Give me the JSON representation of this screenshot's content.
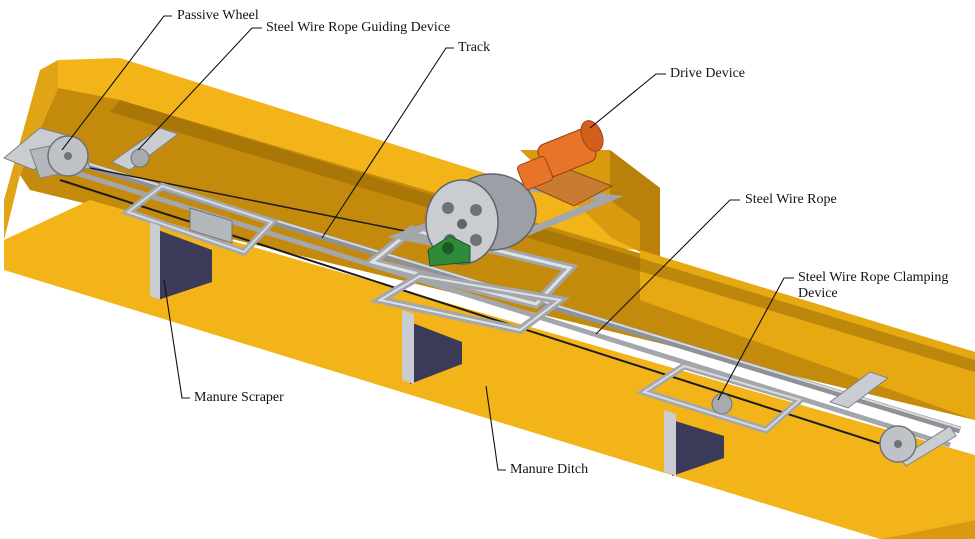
{
  "labels": {
    "passive_wheel": "Passive Wheel",
    "guiding_device": "Steel Wire Rope Guiding Device",
    "track": "Track",
    "drive_device": "Drive Device",
    "steel_wire_rope": "Steel Wire Rope",
    "clamping_device": "Steel Wire Rope Clamping Device",
    "manure_scraper": "Manure Scraper",
    "manure_ditch": "Manure Ditch"
  },
  "colors": {
    "ditch_top": "#f2b418",
    "ditch_side": "#d99a10",
    "ditch_inner": "#b9800a",
    "ditch_shadow": "#8a5e05",
    "frame": "#c9ccd0",
    "frame_dark": "#8e9297",
    "blade": "#3b3a58",
    "drive_motor": "#e8742a",
    "bearing": "#2f8a3a",
    "rope": "#1d1d1d",
    "leader": "#111111"
  }
}
